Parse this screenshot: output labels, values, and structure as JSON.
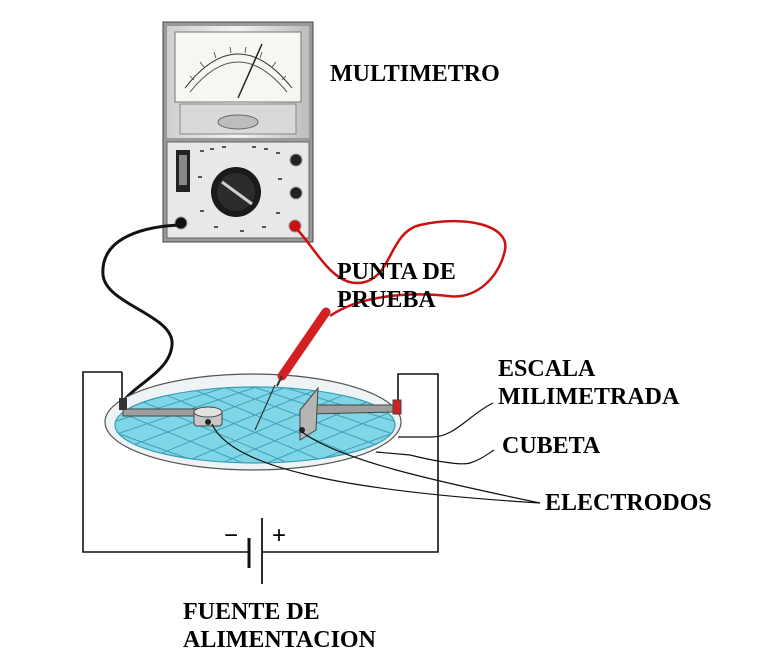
{
  "labels": {
    "multimeter": "MULTIMETRO",
    "probe_line1": "PUNTA DE",
    "probe_line2": "PRUEBA",
    "scale_line1": "ESCALA",
    "scale_line2": "MILIMETRADA",
    "tray": "CUBETA",
    "electrodes": "ELECTRODOS",
    "power_line1": "FUENTE DE",
    "power_line2": "ALIMENTACION"
  },
  "polarity": {
    "negative": "−",
    "positive": "+"
  },
  "colors": {
    "wire_black": "#111111",
    "wire_red": "#cc1111",
    "probe_red": "#d42020",
    "water": "#7fd6e6",
    "grid": "#3a9cb5",
    "meter_body": "#e8e8e8",
    "dial_knob": "#1a1a1a"
  },
  "icons": {
    "multimeter": "multimeter-icon",
    "battery": "battery-icon"
  }
}
